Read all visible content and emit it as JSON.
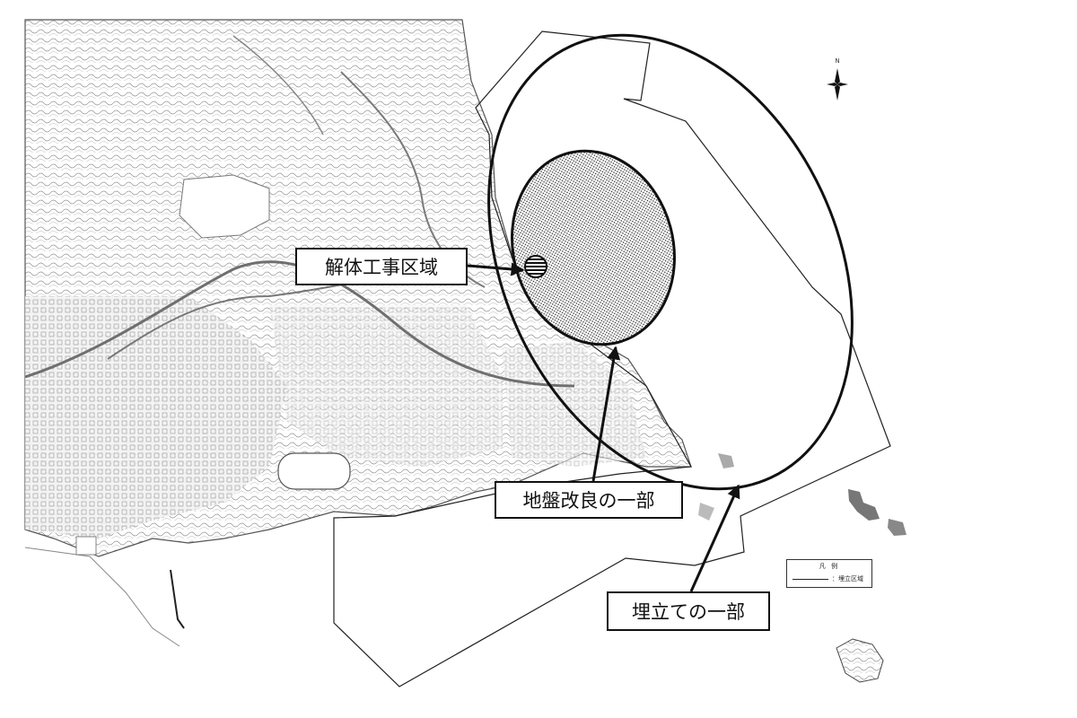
{
  "labels": {
    "demolition": "解体工事区域",
    "ground_improvement": "地盤改良の一部",
    "reclamation_part": "埋立ての一部"
  },
  "legend": {
    "title": "凡 例",
    "item": "：埋立区域"
  },
  "north": "N",
  "colors": {
    "line": "#111111",
    "terrain": "#9a9a9a",
    "road": "#7a7a7a"
  }
}
